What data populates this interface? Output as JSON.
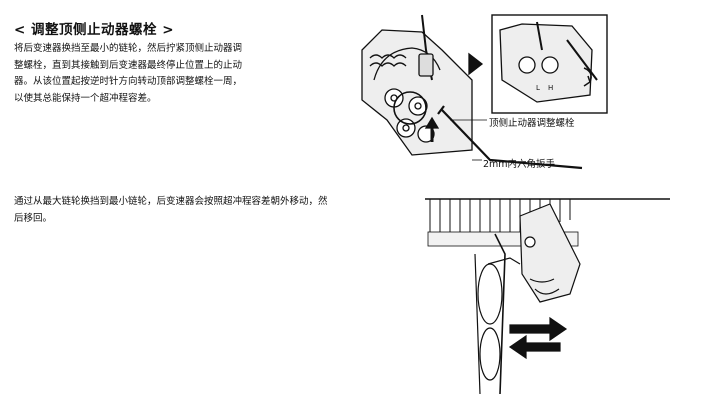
{
  "section": {
    "heading": "< 调整顶侧止动器螺栓 >"
  },
  "instructions": {
    "para1_lines": [
      "将后变速器换挡至最小的链轮，然后拧紧顶侧止动器调",
      "整螺栓，直到其接触到后变速器最终停止位置上的止动",
      "器。从该位置起按逆时针方向转动顶部调整螺栓一周，",
      "以使其总能保持一个超冲程容差。"
    ],
    "para2_lines": [
      "通过从最大链轮换挡到最小链轮，后变速器会按照超冲程容差朝外移动，然",
      "后移回。"
    ]
  },
  "figure1": {
    "callout_bolt": "顶侧止动器调整螺栓",
    "callout_wrench": "2mm内六角扳手",
    "inset_letters": [
      "L",
      "H"
    ]
  },
  "figure2": {
    "arrow_right": "right-arrow",
    "arrow_left": "left-arrow"
  }
}
